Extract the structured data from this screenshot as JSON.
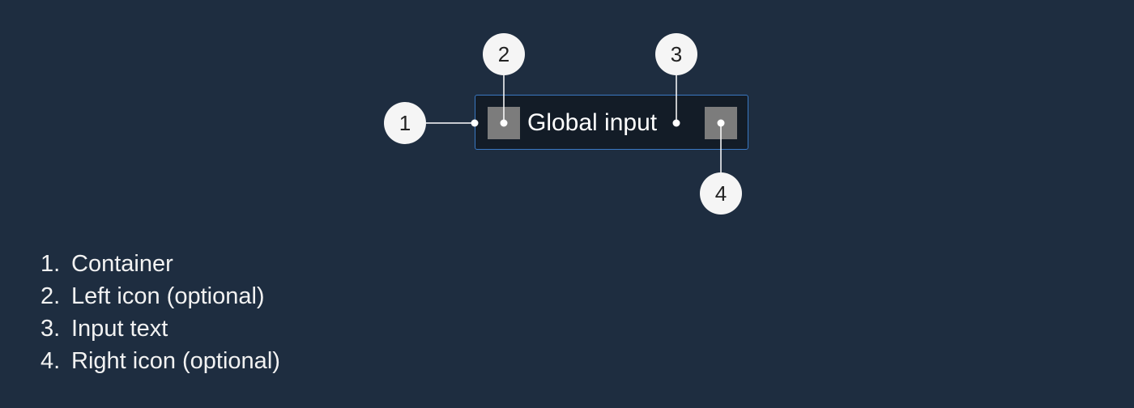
{
  "diagram": {
    "input_text": "Global input",
    "left_icon": "placeholder-square-icon",
    "right_icon": "placeholder-square-icon",
    "markers": [
      "1",
      "2",
      "3",
      "4"
    ]
  },
  "legend": [
    {
      "number": "1.",
      "label": "Container"
    },
    {
      "number": "2.",
      "label": "Left icon (optional)"
    },
    {
      "number": "3.",
      "label": "Input text"
    },
    {
      "number": "4.",
      "label": "Right icon (optional)"
    }
  ],
  "colors": {
    "background": "#1e2d40",
    "container_fill": "#131c27",
    "container_border": "#3a78c2",
    "icon_placeholder": "#7c7c7c",
    "marker_fill": "#f5f5f5"
  }
}
